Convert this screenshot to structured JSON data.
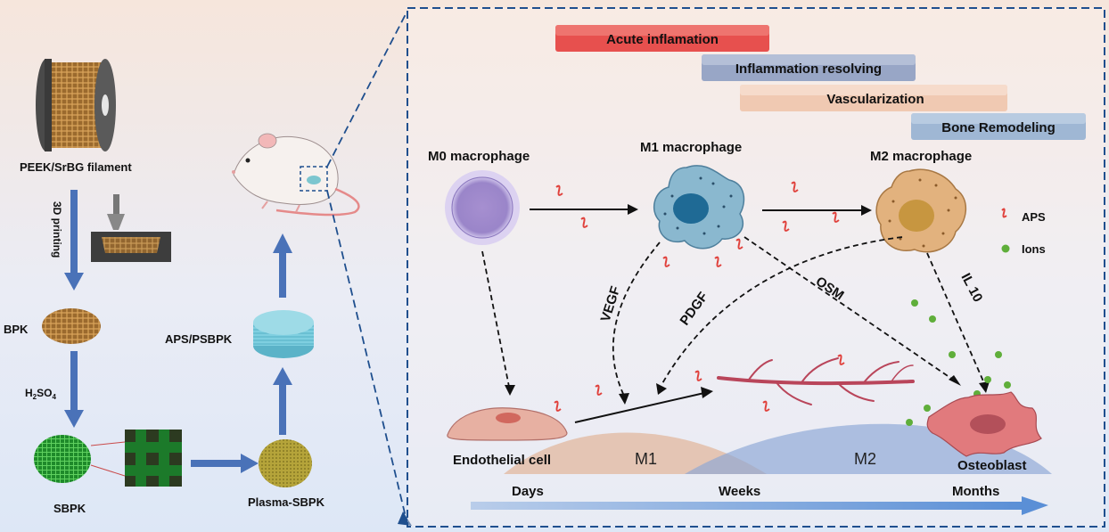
{
  "left_panel": {
    "filament_label": "PEEK/SrBG filament",
    "printing_label": "3D printing",
    "bpk_label": "BPK",
    "acid_label": "H2SO4",
    "acid_parts": {
      "h": "H",
      "sub1": "2",
      "so": "SO",
      "sub2": "4"
    },
    "sbpk_label": "SBPK",
    "plasma_label": "Plasma-SBPK",
    "aps_label": "APS/PSBPK"
  },
  "phases": [
    {
      "label": "Acute inflamation",
      "color": "#e7504e"
    },
    {
      "label": "Inflammation resolving",
      "color": "#98a6c6"
    },
    {
      "label": "Vascularization",
      "color": "#f0c9b2"
    },
    {
      "label": "Bone Remodeling",
      "color": "#9fb7d4"
    }
  ],
  "cells": {
    "m0": "M0 macrophage",
    "m1": "M1 macrophage",
    "m2": "M2 macrophage",
    "endothelial": "Endothelial cell",
    "osteoblast": "Osteoblast"
  },
  "legend": {
    "aps": "APS",
    "ions": "Ions",
    "aps_color": "#e0413c",
    "ions_color": "#5fae3a"
  },
  "factors": {
    "vegf": "VEGF",
    "pdgf": "PDGF",
    "osm": "OSM",
    "il10": "IL 10"
  },
  "timeline": {
    "hill_m1": "M1",
    "hill_m2": "M2",
    "days": "Days",
    "weeks": "Weeks",
    "months": "Months"
  },
  "colors": {
    "arrow_blue": "#4a72b8",
    "frame": "#1f4f8e",
    "m0": "#a68fd0",
    "m1": "#6a9fbf",
    "m2": "#dba66b",
    "osteoblast": "#e17a7d",
    "endothelial": "#d9968a",
    "vessel": "#b9455a"
  }
}
